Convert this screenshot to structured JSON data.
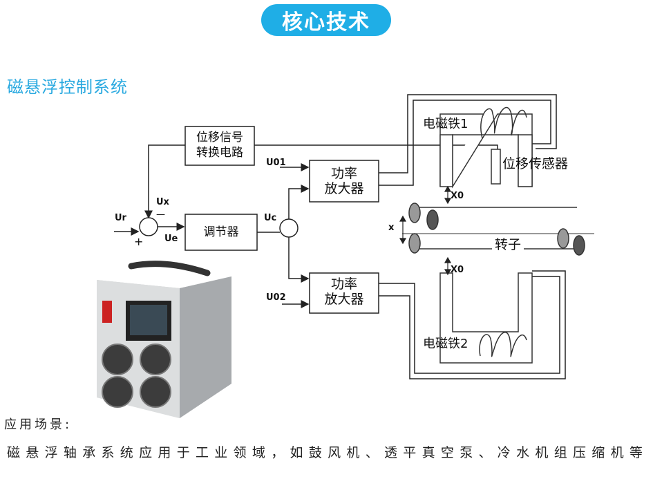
{
  "header": {
    "badge": "核心技术"
  },
  "section": {
    "title": "磁悬浮控制系统"
  },
  "diagram": {
    "signal_box": {
      "line1": "位移信号",
      "line2": "转换电路"
    },
    "regulator": "调节器",
    "amp_top": {
      "line1": "功率",
      "line2": "放大器"
    },
    "amp_bottom": {
      "line1": "功率",
      "line2": "放大器"
    },
    "electromagnet1": "电磁铁1",
    "electromagnet2": "电磁铁2",
    "sensor": "位移传感器",
    "rotor": "转子",
    "signals": {
      "u01": "U01",
      "u02": "U02",
      "ux": "Ux",
      "ur": "Ur",
      "ue": "Ue",
      "uc": "Uc",
      "x0_top": "X0",
      "x0_bottom": "X0",
      "x": "x",
      "plus": "+",
      "minus": "—"
    }
  },
  "footer": {
    "scenario_label": "应用场景:",
    "description": "磁悬浮轴承系统应用于工业领域，如鼓风机、透平真空泵、冷水机组压缩机等"
  },
  "colors": {
    "accent": "#1faee6",
    "title": "#29a9e0"
  }
}
